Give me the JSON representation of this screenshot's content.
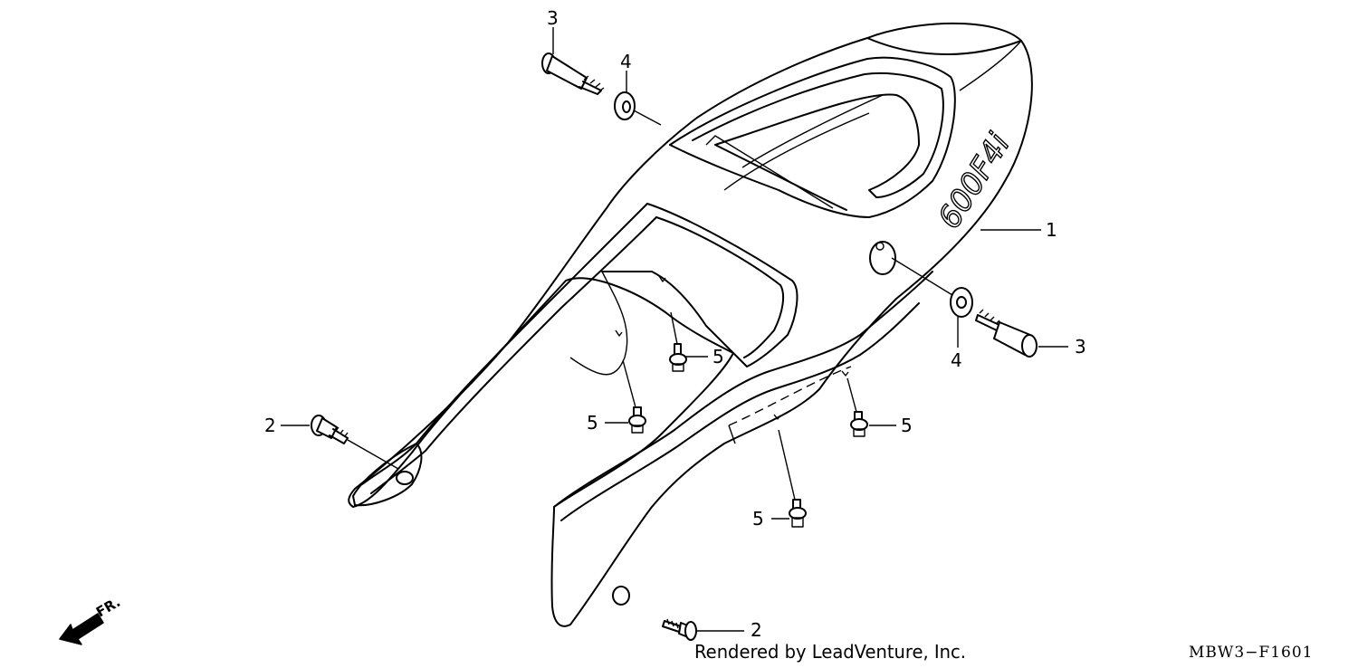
{
  "diagram": {
    "callouts": {
      "part_1": "1",
      "part_2_left": "2",
      "part_2_bottom": "2",
      "part_3_top": "3",
      "part_3_right": "3",
      "part_4_top": "4",
      "part_4_right": "4",
      "part_5_a": "5",
      "part_5_b": "5",
      "part_5_c": "5",
      "part_5_d": "5"
    },
    "cowl_logo": "600F4i",
    "front_indicator": "FR.",
    "credit": "Rendered by LeadVenture, Inc.",
    "diagram_code": "MBW3−F1601"
  }
}
